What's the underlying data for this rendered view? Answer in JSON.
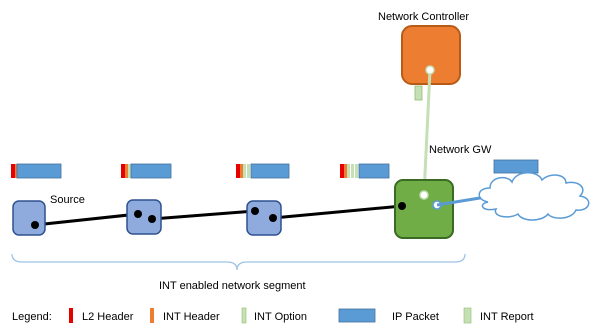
{
  "labels": {
    "network_controller": "Network Controller",
    "network_gw": "Network GW",
    "source": "Source",
    "segment": "INT enabled network segment"
  },
  "legend": {
    "title": "Legend:",
    "items": [
      {
        "label": "L2 Header",
        "color": "#e60000"
      },
      {
        "label": "INT Header",
        "color": "#ed7d31"
      },
      {
        "label": "INT Option",
        "color": "#c5e0b4"
      },
      {
        "label": "IP Packet",
        "color": "#5b9bd5"
      },
      {
        "label": "INT Report",
        "color": "#c5e0b4"
      }
    ]
  },
  "colors": {
    "switch_fill": "#8faadc",
    "switch_stroke": "#2f528f",
    "gateway_fill": "#70ad47",
    "gateway_stroke": "#3a6b22",
    "controller_fill": "#ed7d31",
    "controller_stroke": "#b85b16",
    "ip_packet": "#5b9bd5",
    "l2_header": "#e60000",
    "int_header": "#ed7d31",
    "int_option": "#c5e0b4",
    "report_link": "#c5e0b4",
    "cloud_stroke": "#5b9bd5",
    "bracket": "#9dc3e6"
  },
  "icons": {
    "cloud": "cloud-icon",
    "switch": "switch-icon"
  }
}
